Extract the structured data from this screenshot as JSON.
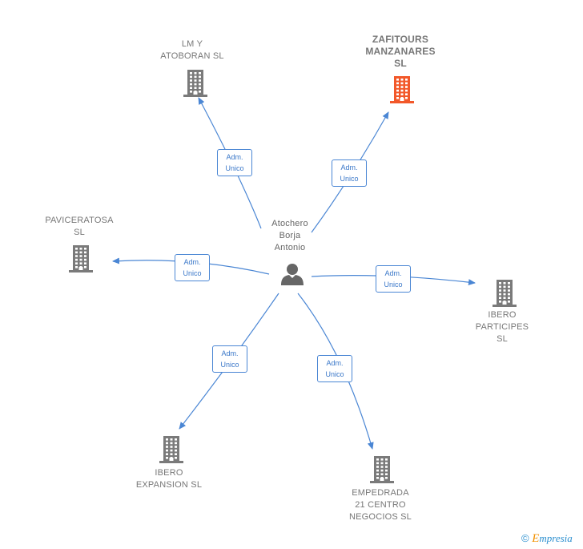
{
  "center": {
    "name": "Atochero\nBorja\nAntonio"
  },
  "role": {
    "line1": "Adm.",
    "line2": "Unico"
  },
  "companies": [
    {
      "id": "lm",
      "name": "LM Y\nATOBORAN  SL",
      "highlight": false
    },
    {
      "id": "zafitours",
      "name": "ZAFITOURS\nMANZANARES\nSL",
      "highlight": true
    },
    {
      "id": "paviceratosa",
      "name": "PAVICERATOSA\nSL",
      "highlight": false
    },
    {
      "id": "ibero-participes",
      "name": "IBERO\nPARTICIPES\nSL",
      "highlight": false
    },
    {
      "id": "ibero-expansion",
      "name": "IBERO\nEXPANSION  SL",
      "highlight": false
    },
    {
      "id": "empedrada",
      "name": "EMPEDRADA\n21 CENTRO\nNEGOCIOS  SL",
      "highlight": false
    }
  ],
  "colors": {
    "edge": "#4a86d4",
    "building": "#7a7a7a",
    "building_highlight": "#f2582a",
    "person": "#666666"
  },
  "icons": {
    "company": "building-icon",
    "person": "person-icon"
  },
  "footer": {
    "copyright_symbol": "©",
    "brand_first": "E",
    "brand_rest": "mpresia"
  }
}
